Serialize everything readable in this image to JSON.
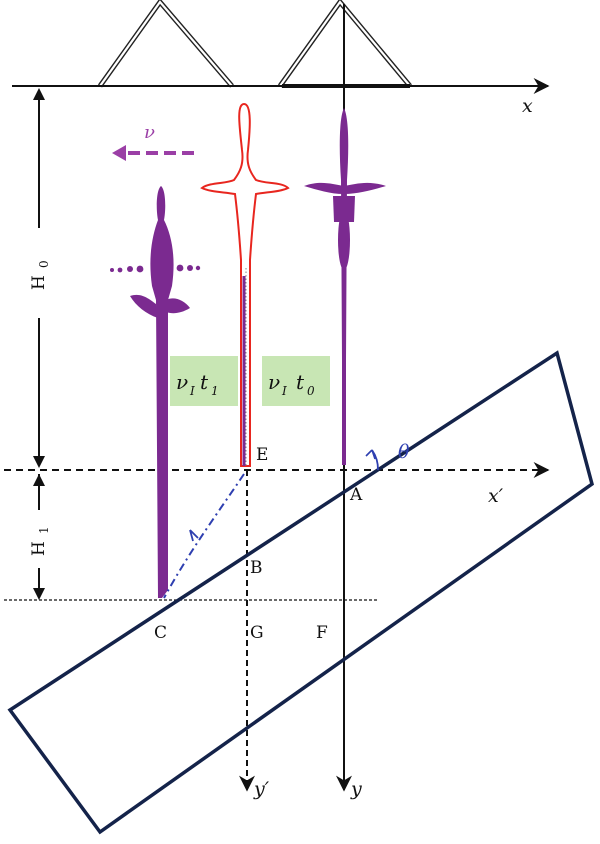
{
  "labels": {
    "x": "x",
    "x_prime": "x′",
    "y": "y",
    "y_prime": "y′",
    "v": "ν",
    "theta": "θ",
    "H0_main": "H",
    "H0_sub": "0",
    "H1_main": "H",
    "H1_sub": "1",
    "A": "A",
    "B": "B",
    "C": "C",
    "E": "E",
    "F": "F",
    "G": "G"
  },
  "boxes": {
    "v1t1_main": "ν",
    "v1t1_sub1": "I",
    "v1t1_t": "t",
    "v1t1_sub2": "1",
    "v1t0_main": "ν",
    "v1t0_sub1": "I",
    "v1t0_t": "t",
    "v1t0_sub2": "0"
  },
  "colors": {
    "axis": "#111111",
    "plate": "#14234a",
    "jet_purple": "#7b2a90",
    "jet_outline_red": "#e8261f",
    "arrow_purple": "#9b3fa6",
    "trajectory_blue": "#2e3fb0",
    "label_box_green": "#c8e6b4",
    "theta_blue": "#2e3fb0"
  },
  "icons": {
    "velocity_arrow": "arrow-left-dashed-icon",
    "trajectory_arrow": "arrow-dashdot-curve-icon",
    "angle_arc": "angle-arc-icon"
  }
}
